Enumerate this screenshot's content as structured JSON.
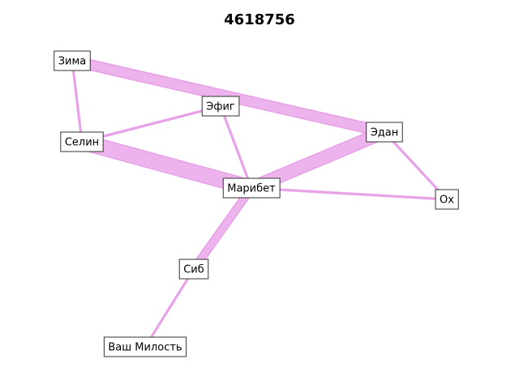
{
  "title": "4618756",
  "colors": {
    "edge": "#e080e0",
    "node_border": "#333333",
    "node_fill": "#ffffff"
  },
  "nodes": [
    {
      "id": "zima",
      "label": "Зима"
    },
    {
      "id": "efig",
      "label": "Эфиг"
    },
    {
      "id": "selin",
      "label": "Селин"
    },
    {
      "id": "edan",
      "label": "Эдан"
    },
    {
      "id": "maribet",
      "label": "Марибет"
    },
    {
      "id": "oh",
      "label": "Ох"
    },
    {
      "id": "sib",
      "label": "Сиб"
    },
    {
      "id": "vash",
      "label": "Ваш Милость"
    }
  ],
  "edges": [
    {
      "source": "zima",
      "target": "edan",
      "weight": 4
    },
    {
      "source": "zima",
      "target": "selin",
      "weight": 1
    },
    {
      "source": "selin",
      "target": "efig",
      "weight": 1
    },
    {
      "source": "selin",
      "target": "maribet",
      "weight": 6
    },
    {
      "source": "efig",
      "target": "maribet",
      "weight": 1
    },
    {
      "source": "edan",
      "target": "maribet",
      "weight": 5
    },
    {
      "source": "edan",
      "target": "oh",
      "weight": 1
    },
    {
      "source": "maribet",
      "target": "oh",
      "weight": 1
    },
    {
      "source": "maribet",
      "target": "sib",
      "weight": 3
    },
    {
      "source": "sib",
      "target": "vash",
      "weight": 1
    }
  ]
}
